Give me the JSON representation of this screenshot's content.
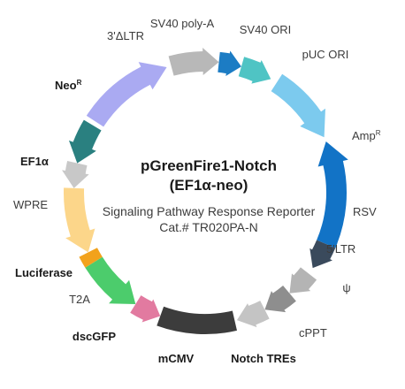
{
  "plasmid": {
    "title": "pGreenFire1-Notch",
    "subtitle": "(EF1α-neo)",
    "description": "Signaling Pathway Response Reporter",
    "catalog": "Cat.# TR020PA-N"
  },
  "features": [
    {
      "id": "sv40-polya",
      "label": "SV40 poly-A",
      "sup": "",
      "bold": false,
      "color": "#1c7cc4"
    },
    {
      "id": "sv40-ori",
      "label": "SV40 ORI",
      "sup": "",
      "bold": false,
      "color": "#4fc4c4"
    },
    {
      "id": "puc-ori",
      "label": "pUC ORI",
      "sup": "",
      "bold": false,
      "color": "#7ccaee"
    },
    {
      "id": "ampr",
      "label": "Amp",
      "sup": "R",
      "bold": false,
      "color": "#1273c6"
    },
    {
      "id": "rsv",
      "label": "RSV",
      "sup": "",
      "bold": false,
      "color": "#3a4a5c"
    },
    {
      "id": "5ltr",
      "label": "5'LTR",
      "sup": "",
      "bold": false,
      "color": "#b4b4b4"
    },
    {
      "id": "psi",
      "label": "ψ",
      "sup": "",
      "bold": false,
      "color": "#8e8e8e"
    },
    {
      "id": "cppt",
      "label": "cPPT",
      "sup": "",
      "bold": false,
      "color": "#c4c4c4"
    },
    {
      "id": "notch-tres",
      "label": "Notch TREs",
      "sup": "",
      "bold": true,
      "color": "#3c3c3c"
    },
    {
      "id": "mcmv",
      "label": "mCMV",
      "sup": "",
      "bold": true,
      "color": "#e27aa0"
    },
    {
      "id": "dscgfp",
      "label": "dscGFP",
      "sup": "",
      "bold": true,
      "color": "#4ccc6c"
    },
    {
      "id": "t2a",
      "label": "T2A",
      "sup": "",
      "bold": false,
      "color": "#f2a21c"
    },
    {
      "id": "luciferase",
      "label": "Luciferase",
      "sup": "",
      "bold": true,
      "color": "#fcd68a"
    },
    {
      "id": "wpre",
      "label": "WPRE",
      "sup": "",
      "bold": false,
      "color": "#c8c8c8"
    },
    {
      "id": "ef1a",
      "label": "EF1α",
      "sup": "",
      "bold": true,
      "color": "#2a8080"
    },
    {
      "id": "neor",
      "label": "Neo",
      "sup": "R",
      "bold": true,
      "color": "#aaaaf2"
    },
    {
      "id": "3ltr",
      "label": "3'ΔLTR",
      "sup": "",
      "bold": false,
      "color": "#b8b8b8"
    }
  ]
}
